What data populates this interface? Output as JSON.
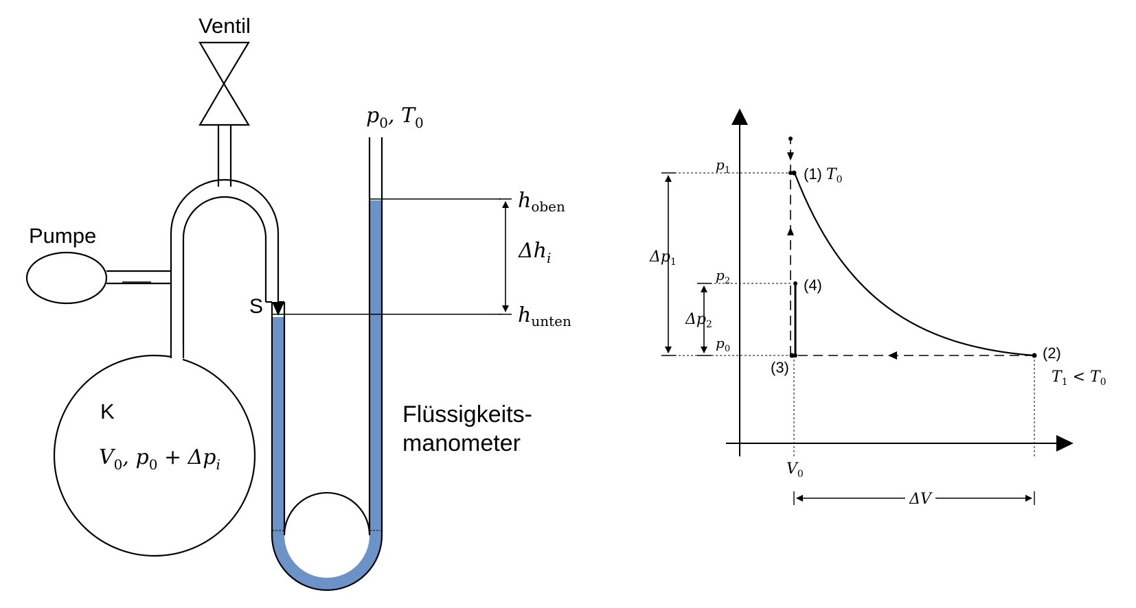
{
  "colors": {
    "liquid": "#6b93c8",
    "ink": "#000000",
    "background": "#ffffff"
  },
  "apparatus": {
    "valve_label": "Ventil",
    "pump_label": "Pumpe",
    "point_s_label": "S",
    "container_label": "K",
    "container_state_a": "V",
    "container_state_a_sub": "0",
    "container_state_b": ", p",
    "container_state_b_sub": "0",
    "container_state_c": " + Δp",
    "container_state_c_sub": "i",
    "ambient_a": "p",
    "ambient_a_sub": "0",
    "ambient_b": ", T",
    "ambient_b_sub": "0",
    "h_top": "h",
    "h_top_sub": "oben",
    "h_bottom": "h",
    "h_bottom_sub": "unten",
    "delta_h": "Δh",
    "delta_h_sub": "i",
    "manometer_line1": "Flüssigkeits-",
    "manometer_line2": "manometer"
  },
  "diagram": {
    "p1": "p",
    "p1_sub": "1",
    "p2": "p",
    "p2_sub": "2",
    "p0": "p",
    "p0_sub": "0",
    "dp1": "Δp",
    "dp1_sub": "1",
    "dp2": "Δp",
    "dp2_sub": "2",
    "state1": "(1)",
    "state1_T": "T",
    "state1_T_sub": "0",
    "state2": "(2)",
    "state3": "(3)",
    "state4": "(4)",
    "T_relation_a": "T",
    "T_relation_a_sub": "1",
    "T_relation_b": " < T",
    "T_relation_b_sub": "0",
    "v0": "V",
    "v0_sub": "0",
    "dV": "ΔV"
  }
}
